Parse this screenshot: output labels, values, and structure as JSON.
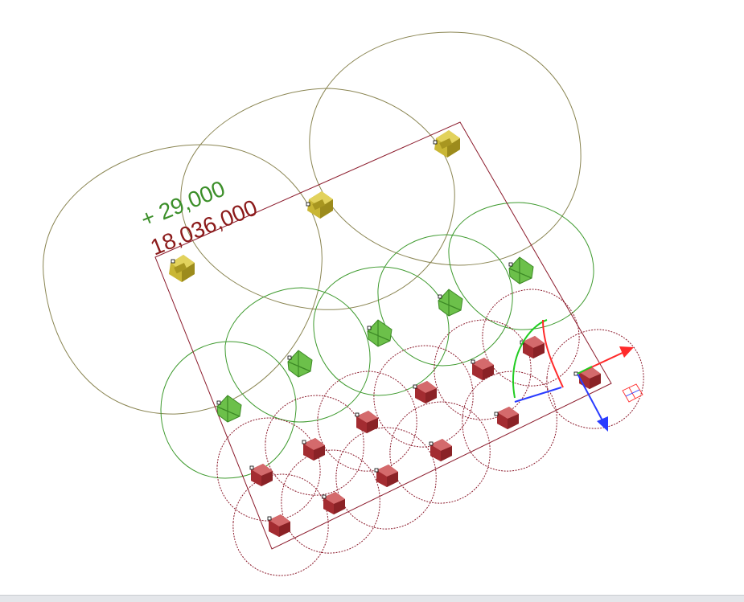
{
  "viewport": {
    "labels": {
      "delta": "+ 29,000",
      "total": "18,036,000"
    },
    "colors": {
      "background": "#ffffff",
      "outline": "#8b1a2b",
      "seat_gold": "#b8a527",
      "seat_gold_ring": "#8a8552",
      "seat_green": "#5aa83a",
      "seat_green_ring": "#3e9a2e",
      "seat_red": "#b33a3e",
      "seat_red_ring": "#8b1a2b",
      "delta_text": "#3c8f2a",
      "total_text": "#8b1a1a",
      "gizmo_x": "#ff2a2a",
      "gizmo_y": "#2a3cff",
      "gizmo_z": "#22cc22"
    },
    "icons": {
      "gizmo": "transform-gizmo-icon",
      "grid": "grid-snap-icon"
    },
    "seats": {
      "gold": 3,
      "green": 5,
      "red": 12
    }
  }
}
